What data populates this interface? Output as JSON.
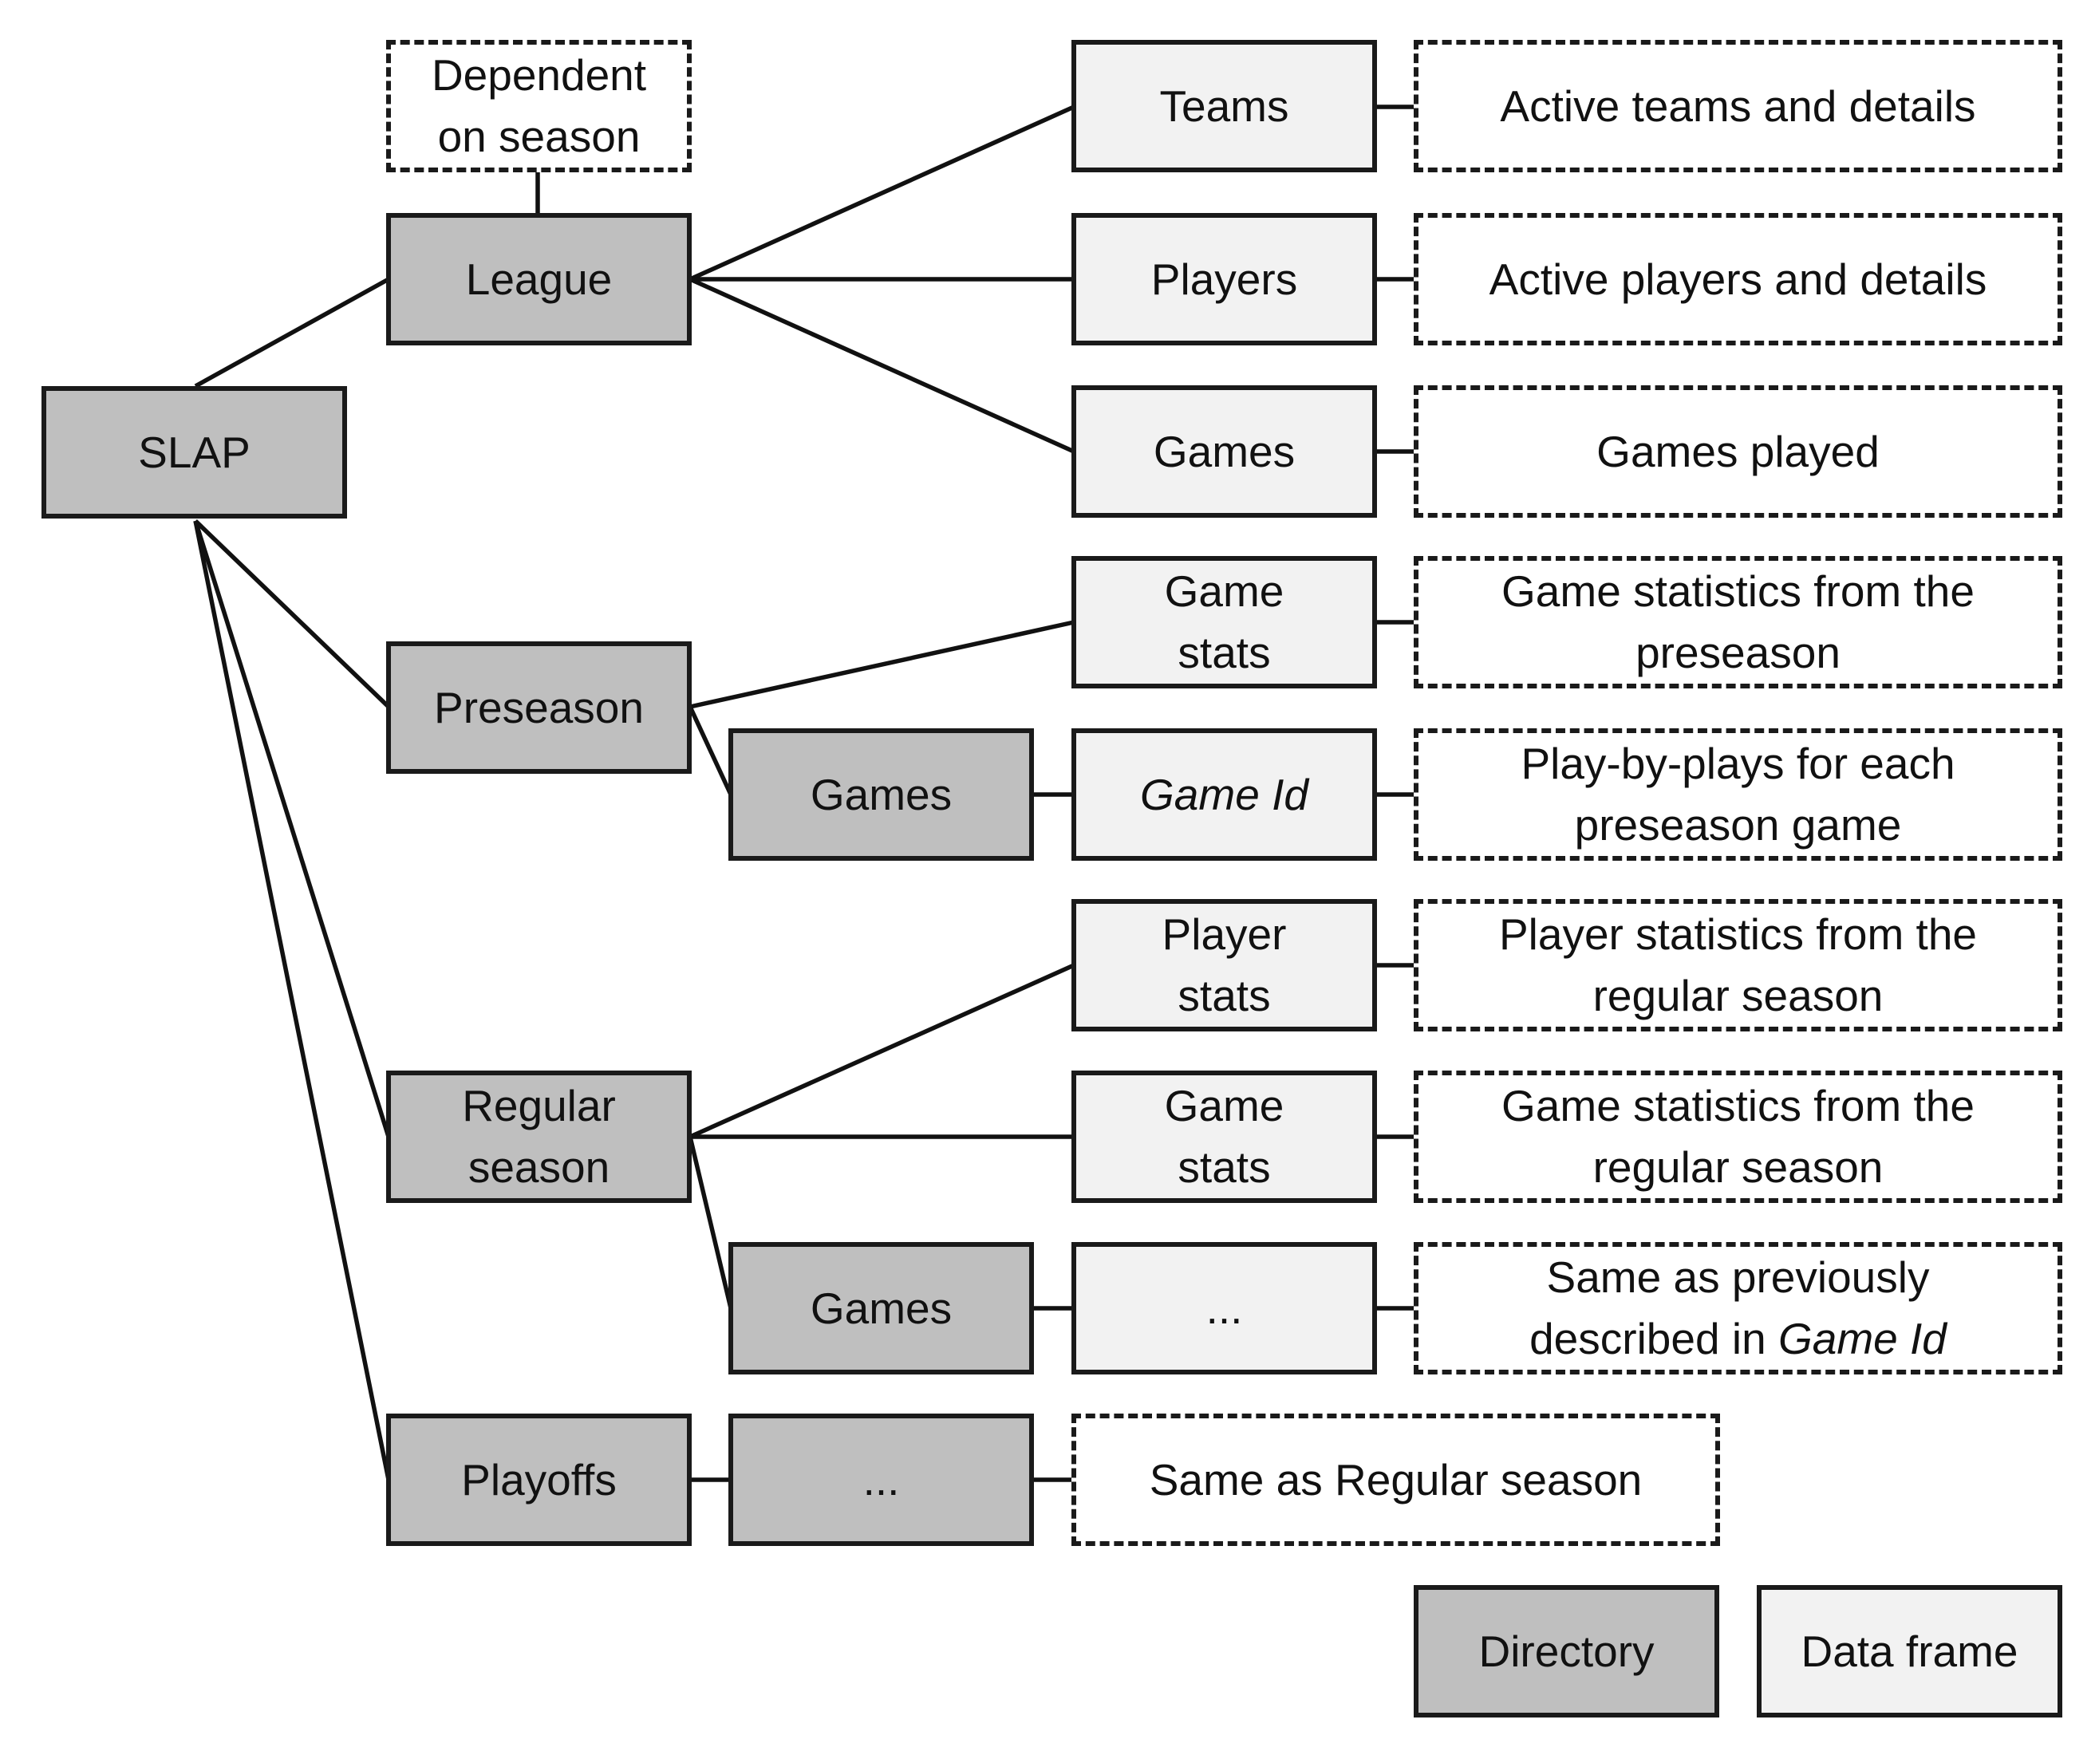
{
  "nodes": {
    "slap": "SLAP",
    "league": "League",
    "dependent_note": "Dependent\non season",
    "teams": "Teams",
    "players": "Players",
    "games_league": "Games",
    "teams_desc": "Active teams and details",
    "players_desc": "Active players and details",
    "games_desc": "Games played",
    "preseason": "Preseason",
    "pre_game_stats": "Game\nstats",
    "pre_game_stats_desc": "Game statistics from the\npreseason",
    "pre_games": "Games",
    "game_id": "Game Id",
    "game_id_desc": "Play-by-plays for each\npreseason game",
    "regular_season": "Regular\nseason",
    "reg_player_stats": "Player\nstats",
    "reg_player_stats_desc": "Player statistics from the\nregular season",
    "reg_game_stats": "Game\nstats",
    "reg_game_stats_desc": "Game statistics from the\nregular season",
    "reg_games": "Games",
    "reg_games_child": "...",
    "reg_games_desc_line1": "Same as previously",
    "reg_games_desc_line2_prefix": "described in ",
    "reg_games_desc_line2_italic": "Game Id",
    "playoffs": "Playoffs",
    "playoffs_child": "...",
    "playoffs_desc": "Same as Regular season"
  },
  "legend": {
    "directory": "Directory",
    "data_frame": "Data frame"
  },
  "colors": {
    "directory_fill": "#bfbfbf",
    "data_frame_fill": "#f2f2f2",
    "note_fill": "#ffffff",
    "border": "#1a1a1a"
  }
}
